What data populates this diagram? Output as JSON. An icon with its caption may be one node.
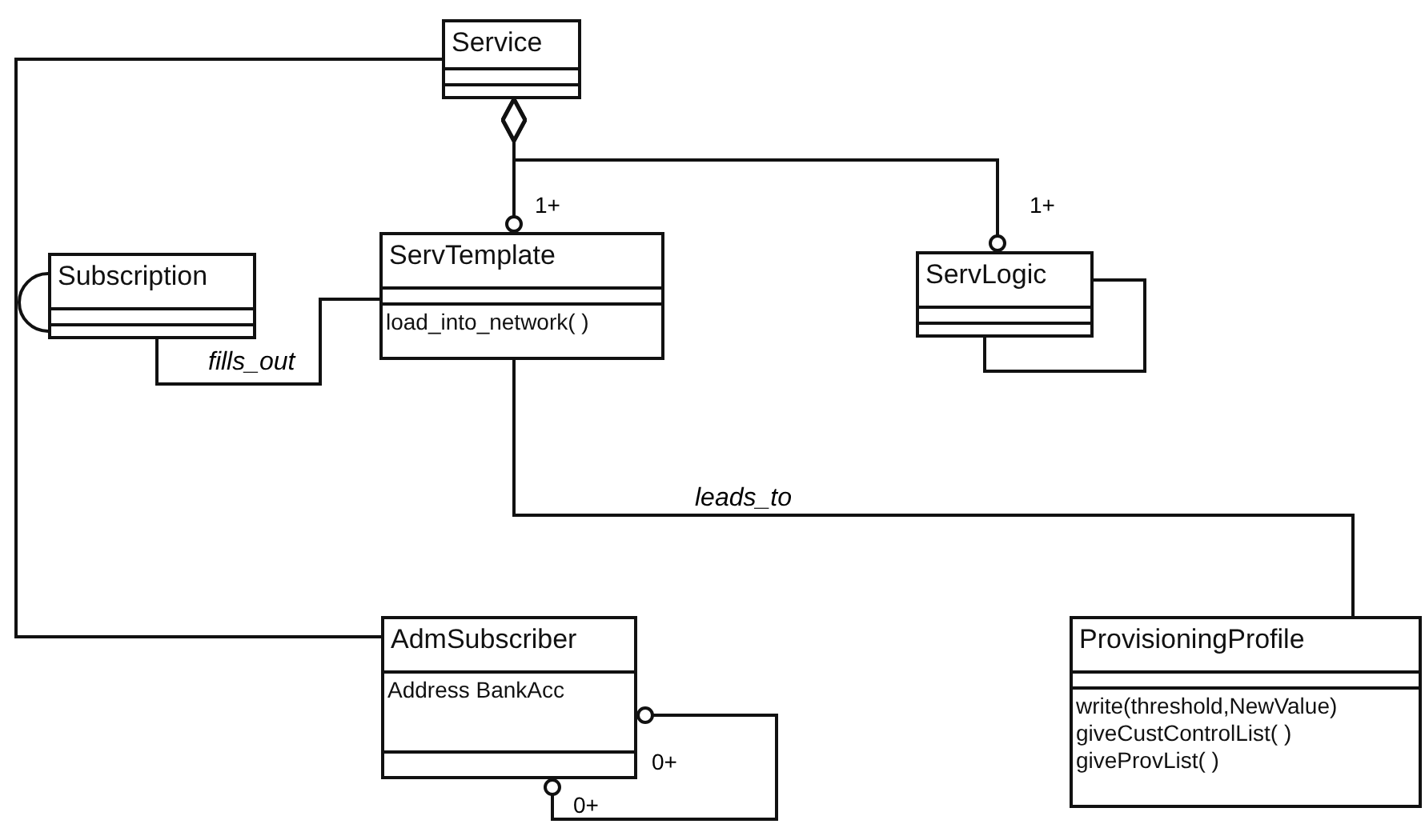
{
  "diagram": {
    "nodes": [
      {
        "text": [
          "Service"
        ]
      },
      {
        "text": [
          "Subscription"
        ]
      },
      {
        "text": [
          "ServTemplate",
          "load_into_network( )"
        ]
      },
      {
        "text": [
          "ServLogic"
        ]
      },
      {
        "text": [
          "AdmSubscriber",
          "Address BankAcc"
        ]
      },
      {
        "text": [
          "ProvisioningProfile",
          "write(threshold,NewValue) giveCustControlList( ) giveProvList( )"
        ]
      }
    ],
    "edges": [
      {
        "from": 0,
        "to": 4,
        "arrow": "none"
      },
      {
        "from": 1,
        "to": null,
        "arrow": "none"
      },
      {
        "from": 0,
        "to": 2,
        "arrow": "other"
      },
      {
        "from": 0,
        "to": 3,
        "arrow": "other"
      },
      {
        "from": 1,
        "to": 2,
        "arrow": "none",
        "label": "fills_out"
      },
      {
        "from": 3,
        "to": 3,
        "arrow": "none"
      },
      {
        "from": 2,
        "to": 5,
        "arrow": "none",
        "label": "leads_to"
      },
      {
        "from": 4,
        "to": 4,
        "arrow": "other"
      }
    ],
    "labels": [
      "1+",
      "1+",
      "0+",
      "0+"
    ]
  }
}
